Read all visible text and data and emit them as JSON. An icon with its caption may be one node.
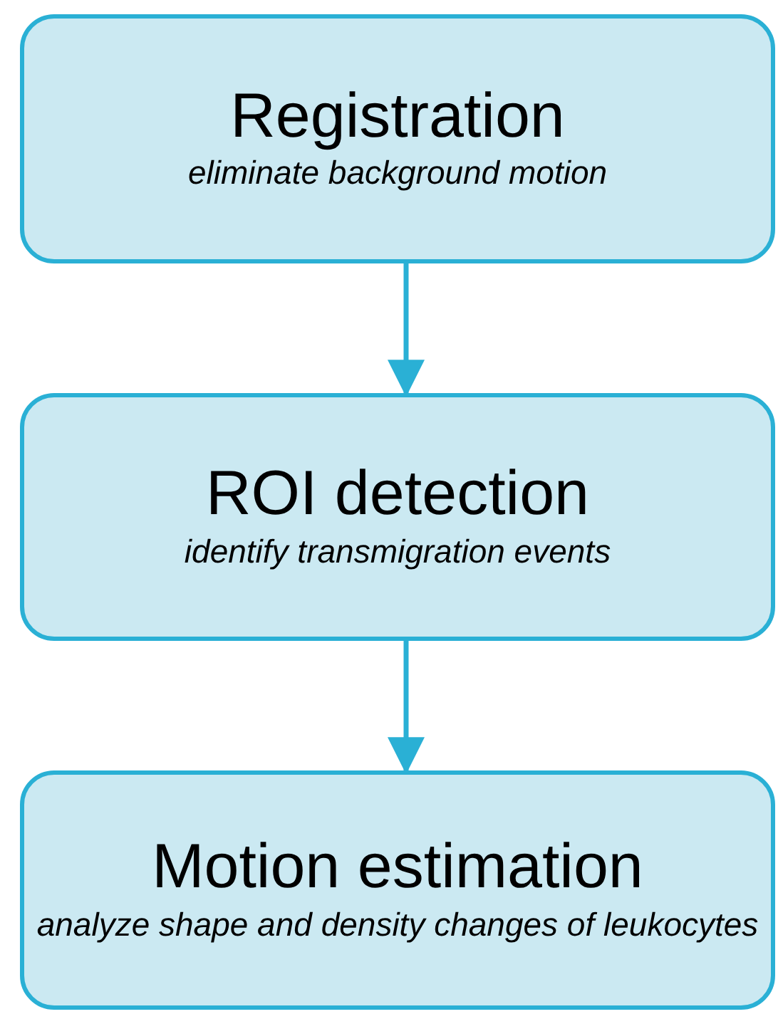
{
  "diagram": {
    "nodes": [
      {
        "text": [
          "Registration",
          "eliminate background motion"
        ]
      },
      {
        "text": [
          "ROI detection",
          "identify transmigration events"
        ]
      },
      {
        "text": [
          "Motion estimation",
          "analyze shape and density changes of leukocytes"
        ]
      }
    ],
    "edges": [
      {
        "from": 0,
        "to": 1,
        "arrow": "to"
      },
      {
        "from": 1,
        "to": 2,
        "arrow": "to"
      }
    ]
  }
}
